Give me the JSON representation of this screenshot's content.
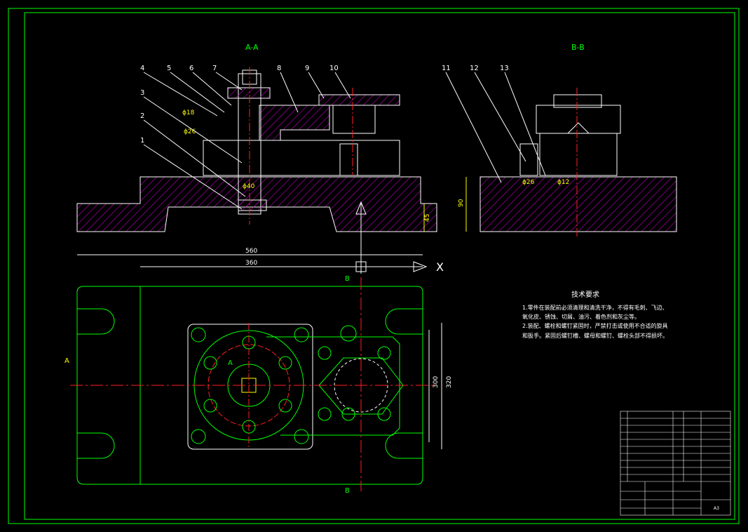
{
  "colors": {
    "background": "#000000",
    "frame": "#00ff00",
    "section": "#ffffff",
    "centerline": "#ff2020",
    "hatch": "#ff00ff",
    "dimension": "#ffff00",
    "leader": "#ffffff",
    "circle": "#ffff00"
  },
  "views": {
    "section_aa": "A-A",
    "section_bb": "B-B",
    "plan_marker_a": "A",
    "plan_marker_b_top": "B",
    "plan_marker_b_bottom": "B",
    "plan_marker_left": "A",
    "axis_x": "X"
  },
  "balloons": [
    "1",
    "2",
    "3",
    "4",
    "5",
    "6",
    "7",
    "8",
    "9",
    "10",
    "11",
    "12",
    "13"
  ],
  "dimensions": {
    "overall_length": "560",
    "inner_length": "360",
    "height_aa": "45",
    "height_bb": "90",
    "width_outer": "320",
    "width_inner": "300",
    "fit_1": "ϕ18",
    "fit_2": "ϕ26",
    "fit_3": "ϕ40",
    "fit_4": "ϕ26",
    "fit_5": "ϕ12"
  },
  "tech_notes": {
    "title": "技术要求",
    "line1": "1.零件在装配前必须清理和清洗干净，不得有毛刺、飞边、",
    "line2": "氧化皮、锈蚀、切屑、油污、着色剂和灰尘等。",
    "line3": "2.装配、螺栓和螺钉紧固时，严禁打击或使用不合适的旋具",
    "line4": "和扳手。紧固后螺钉槽、螺母和螺钉、螺栓头部不得损坏。"
  },
  "title_block": {
    "sheet_size": "A3"
  }
}
